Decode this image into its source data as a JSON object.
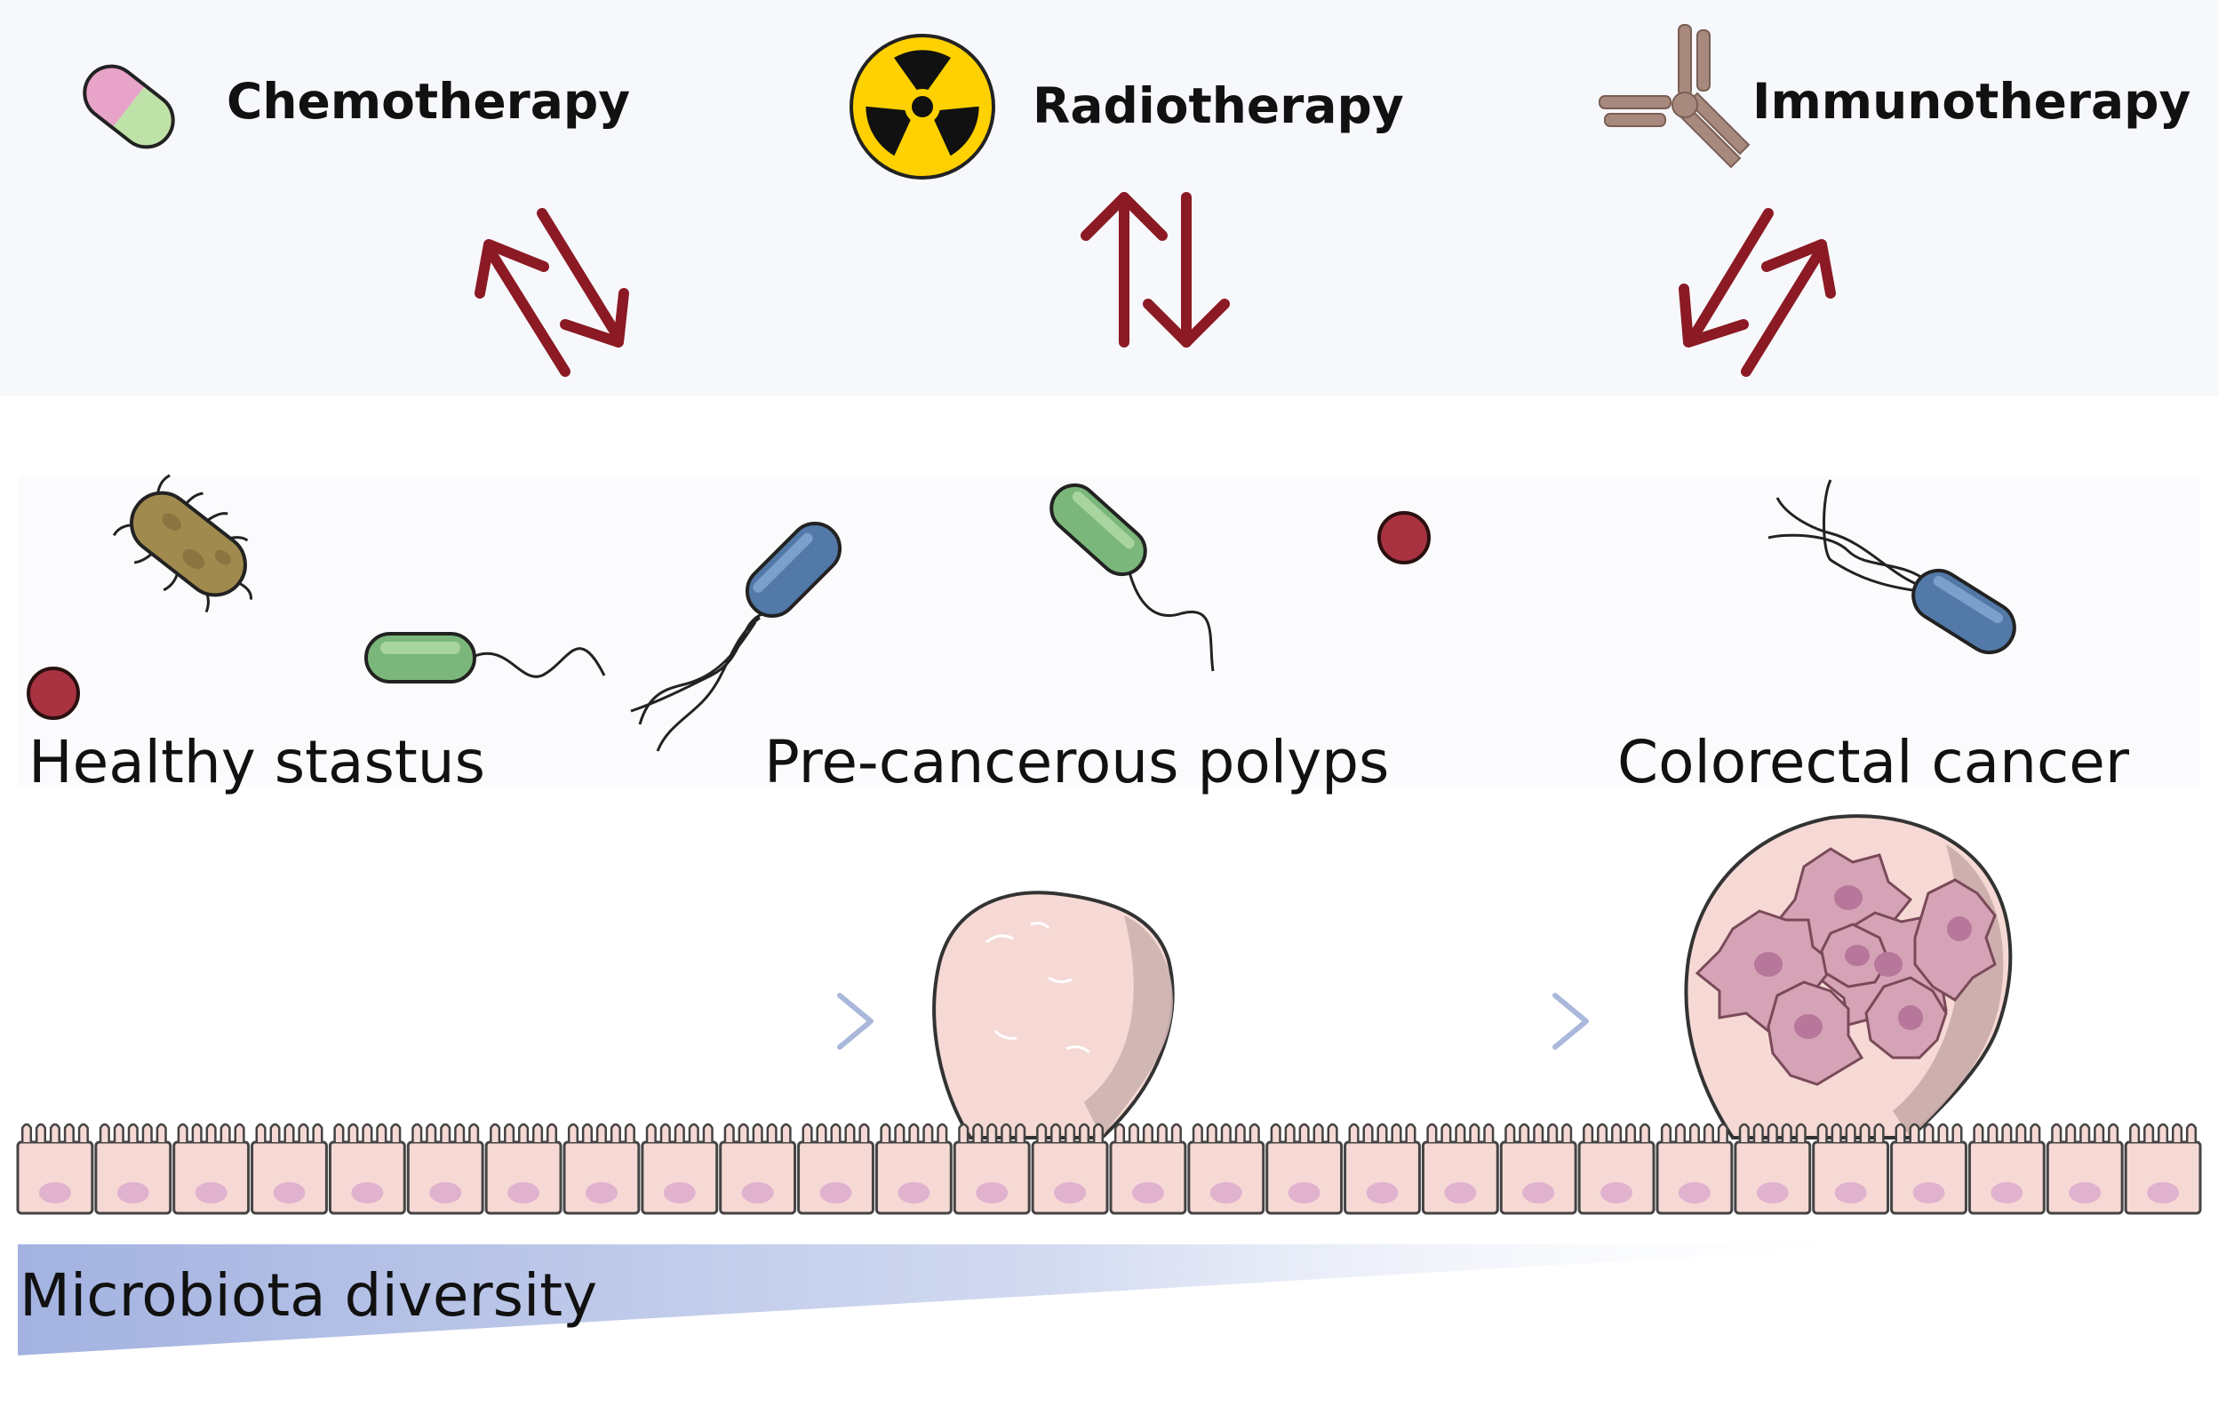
{
  "therapies": [
    {
      "label": "Chemotherapy",
      "icon": "pill-capsule-icon"
    },
    {
      "label": "Radiotherapy",
      "icon": "radiation-symbol-icon"
    },
    {
      "label": "Immunotherapy",
      "icon": "antibody-icon"
    }
  ],
  "stages": [
    {
      "label": "Healthy stastus"
    },
    {
      "label": "Pre-cancerous polyps"
    },
    {
      "label": "Colorectal cancer"
    }
  ],
  "gradient": {
    "label": "Microbiota diversity"
  },
  "colors": {
    "arrow": "#8b1a24",
    "progression_arrow": "#aab8dc",
    "tissue": "#f6d9d4",
    "nucleus": "#e1b2ce",
    "tumor_cell": "#d5a3b6",
    "bacteria_green": "#7bb77a",
    "bacteria_blue": "#5279a8",
    "bacteria_olive": "#a08a4e",
    "coccus_red": "#a83240",
    "gradient_start": "#a3b2e0",
    "pill_pink": "#e8a3c8",
    "pill_green": "#bfe2a8",
    "radiation_yellow": "#ffd100",
    "antibody": "#a8897e"
  }
}
